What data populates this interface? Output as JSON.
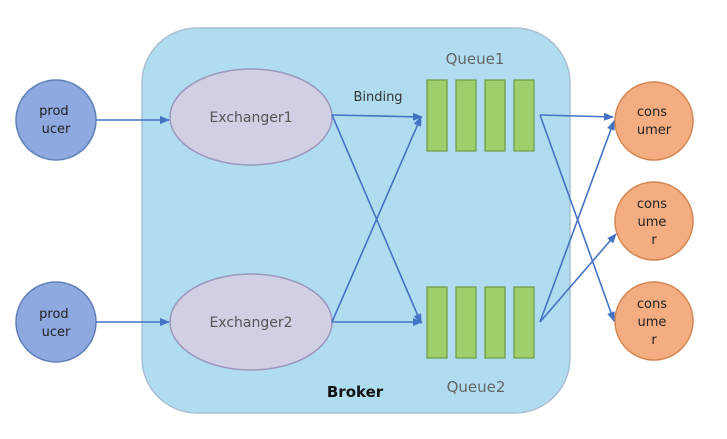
{
  "broker": {
    "label": "Broker",
    "fill": "#afdcef",
    "stroke": "#a9bfd2"
  },
  "producers": [
    {
      "lines": [
        "prod",
        "ucer"
      ]
    },
    {
      "lines": [
        "prod",
        "ucer"
      ]
    }
  ],
  "exchangers": [
    {
      "label": "Exchanger1"
    },
    {
      "label": "Exchanger2"
    }
  ],
  "queues": [
    {
      "label": "Queue1",
      "slots": 4
    },
    {
      "label": "Queue2",
      "slots": 4
    }
  ],
  "binding_label": "Binding",
  "consumers": [
    {
      "lines": [
        "cons",
        "umer"
      ]
    },
    {
      "lines": [
        "cons",
        "ume",
        "r"
      ]
    },
    {
      "lines": [
        "cons",
        "ume",
        "r"
      ]
    }
  ],
  "colors": {
    "producer": "#8ea9df",
    "consumer": "#f3ad81",
    "exchanger": "#d1cfe4",
    "queue_slot": "#9ecf6b",
    "arrow": "#4472c4"
  }
}
